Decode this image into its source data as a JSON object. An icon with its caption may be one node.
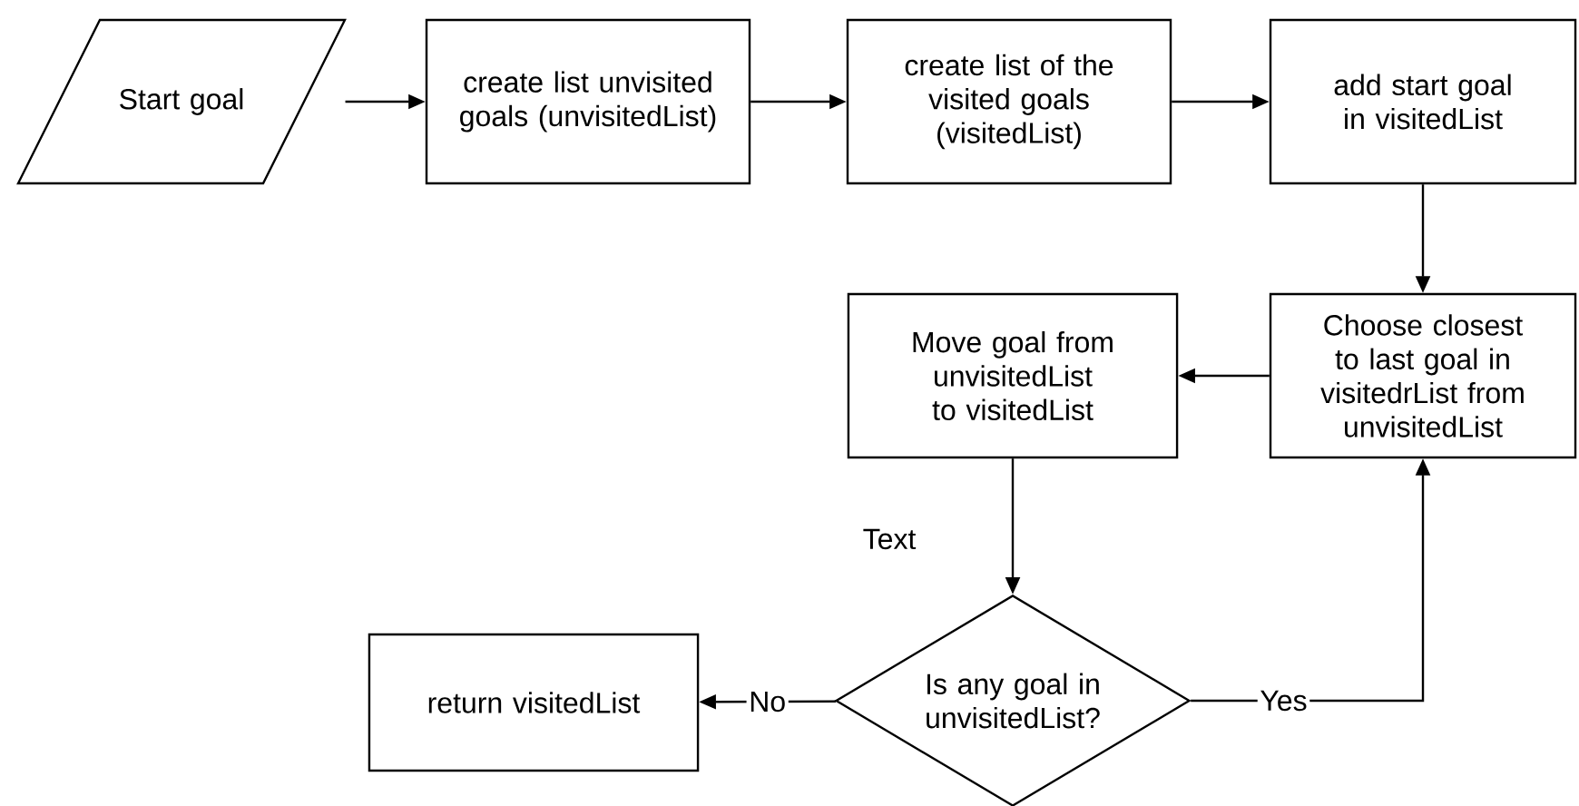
{
  "diagram": {
    "nodes": [
      {
        "text": [
          "Start goal"
        ]
      },
      {
        "text": [
          "create list unvisited goals (unvisitedList)"
        ]
      },
      {
        "text": [
          "create list of the visited goals (visitedList)"
        ]
      },
      {
        "text": [
          "add start goal in visitedList"
        ]
      },
      {
        "text": [
          "Choose closest to last goal in visitedrList from unvisitedList"
        ]
      },
      {
        "text": [
          "Move goal from unvisitedList to visitedList"
        ]
      },
      {
        "text": [
          "Is any goal in unvisitedList?"
        ]
      },
      {
        "text": [
          "return visitedList"
        ]
      }
    ],
    "edges": [
      {
        "from": 0,
        "to": 1,
        "arrow": "to"
      },
      {
        "from": 1,
        "to": 2,
        "arrow": "to"
      },
      {
        "from": 2,
        "to": 3,
        "arrow": "to"
      },
      {
        "from": 3,
        "to": 4,
        "arrow": "to"
      },
      {
        "from": 4,
        "to": 5,
        "arrow": "to"
      },
      {
        "from": 5,
        "to": 6,
        "arrow": "to"
      },
      {
        "from": 6,
        "to": 7,
        "arrow": "to",
        "label": "No"
      },
      {
        "from": 6,
        "to": 4,
        "arrow": "to",
        "label": "Yes"
      }
    ],
    "labels": [
      "Text"
    ]
  }
}
